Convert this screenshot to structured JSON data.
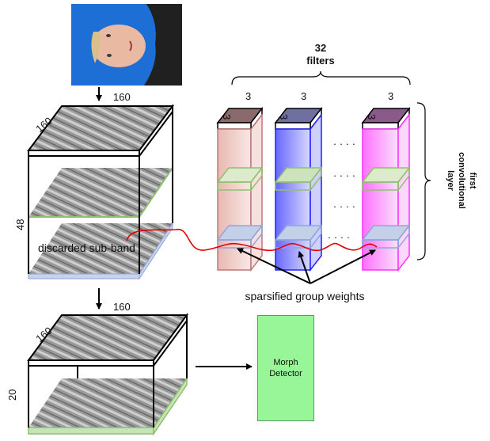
{
  "filters": {
    "count": "32",
    "word": "filters",
    "size_label": "3"
  },
  "dots": "· · · ·",
  "layer_label": {
    "line1": "first",
    "line2": "convolutional",
    "line3": "layer"
  },
  "block1": {
    "width": "160",
    "height": "160",
    "depth": "48",
    "discarded": "discarded sub-band"
  },
  "block2": {
    "width": "160",
    "height": "160",
    "depth": "20"
  },
  "weights_label": "sparsified group weights",
  "morph": "Morph\nDetector",
  "colors": {
    "filter_red": "#c07878",
    "filter_blue": "#2020ff",
    "filter_magenta": "#ff30ff",
    "green_slice": "#8fbf70",
    "blue_slice": "#8ea6d8",
    "morph_box": "#98f598",
    "red_curve": "#e00000"
  }
}
